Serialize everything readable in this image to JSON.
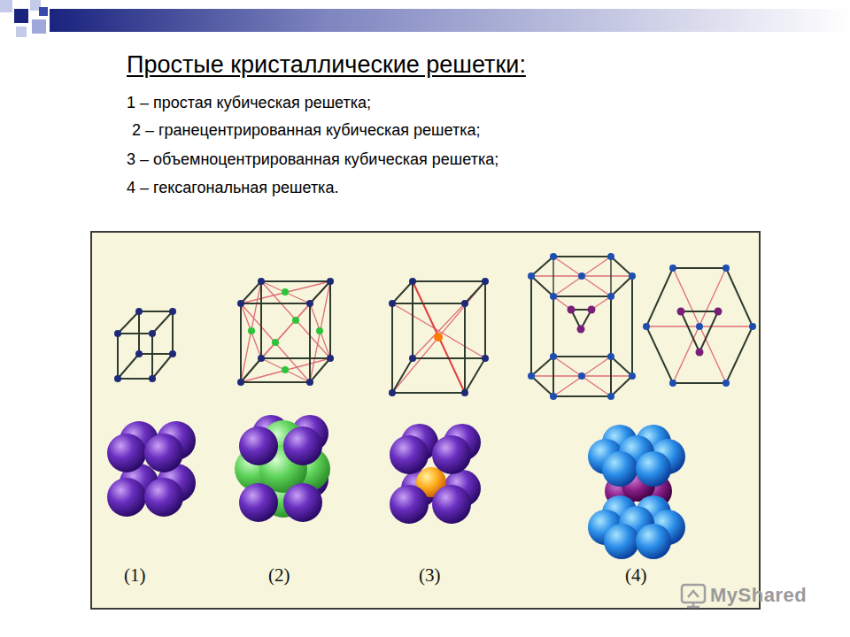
{
  "diagram": {
    "title": "Простые кристаллические решетки:",
    "labels": [
      "1 – простая кубическая решетка;",
      "2 – гранецентрированная кубическая решетка;",
      "3 – объемноцентрированная кубическая решетка;",
      "4 – гексагональная решетка.",
      "(1)",
      "(2)",
      "(3)",
      "(4)",
      "MyShared"
    ]
  }
}
